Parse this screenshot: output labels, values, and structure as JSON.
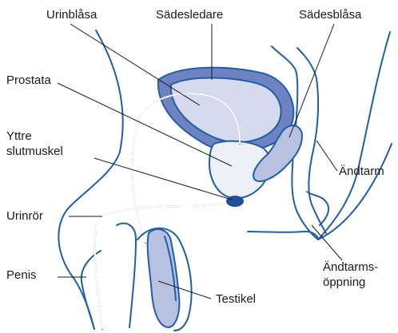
{
  "diagram": {
    "labels": {
      "bladder": "Urinblåsa",
      "vas_deferens": "Sädesledare",
      "seminal_vesicle": "Sädesblåsa",
      "prostate": "Prostata",
      "external_sphincter_line1": "Yttre",
      "external_sphincter_line2": "slutmuskel",
      "rectum": "Ändtarm",
      "urethra": "Urinrör",
      "anus_line1": "Ändtarms-",
      "anus_line2": "öppning",
      "penis": "Penis",
      "testicle": "Testikel"
    },
    "colors": {
      "outline": "#1f5ea8",
      "bladder_wall": "#6f82c2",
      "organ_fill": "#d6daee",
      "prostate_fill": "#eef0f8",
      "vesicle_fill": "#b9c1e0",
      "sphincter": "#1f4f9e",
      "leader": "#1a1a1a"
    }
  }
}
